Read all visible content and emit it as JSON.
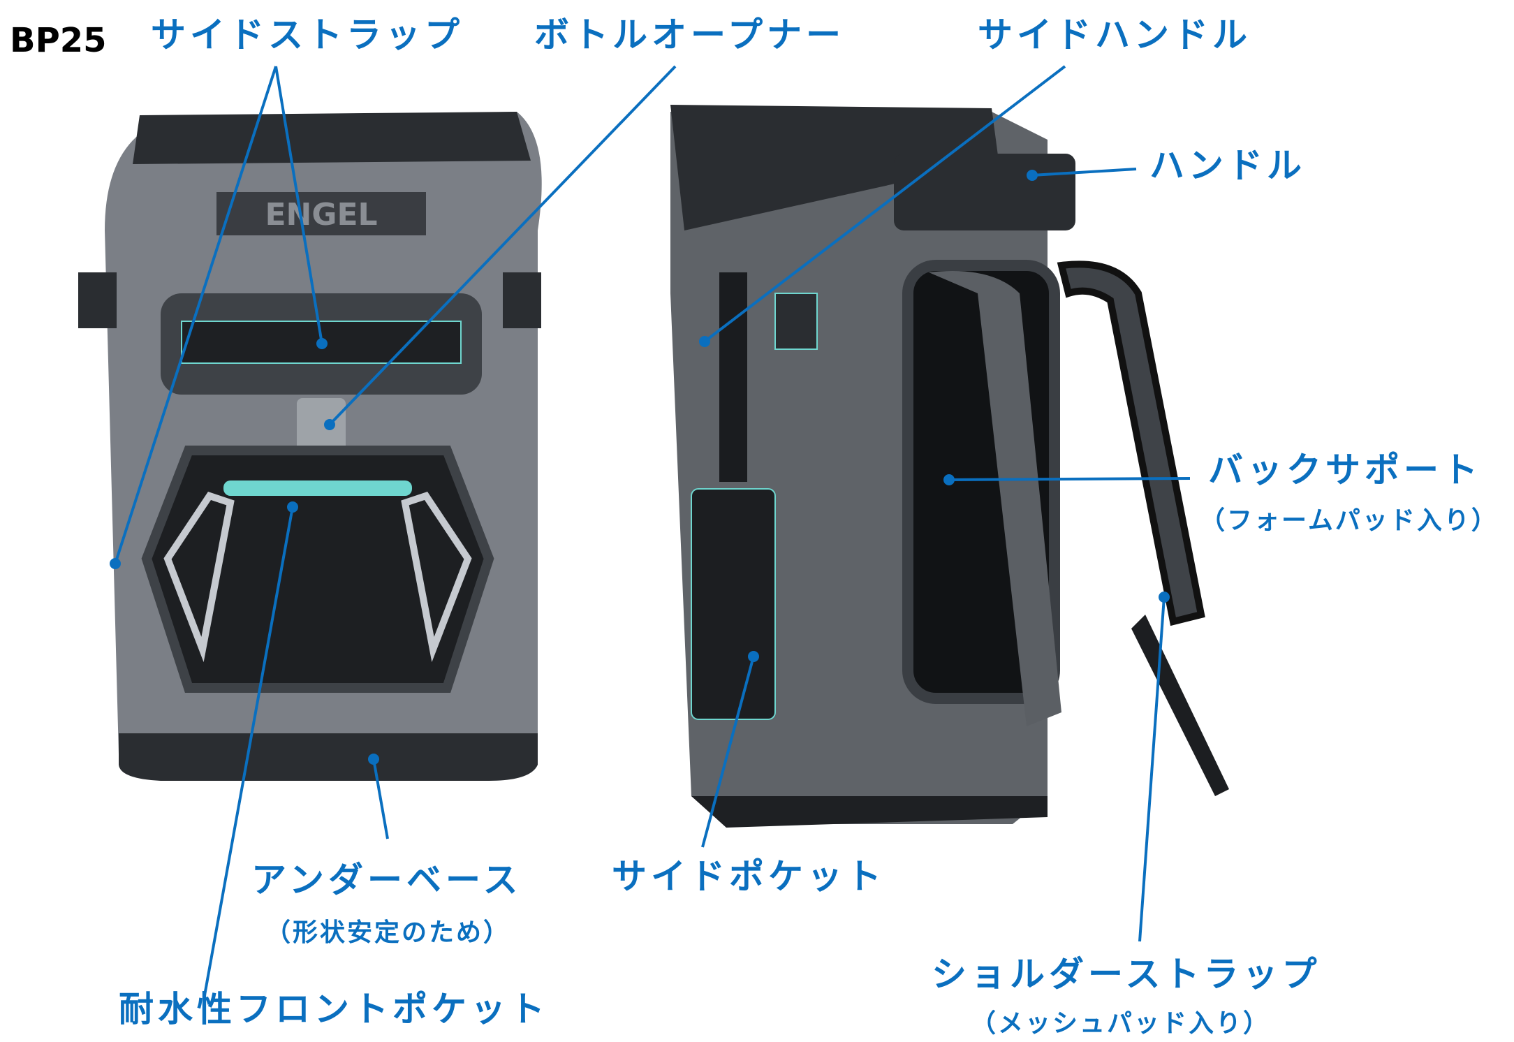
{
  "model": "BP25",
  "brand_logo": "ENGEL",
  "labels": {
    "side_strap": "サイドストラップ",
    "bottle_opener": "ボトルオープナー",
    "side_handle": "サイドハンドル",
    "handle": "ハンドル",
    "back_support": "バックサポート",
    "back_support_note": "（フォームパッド入り）",
    "under_base": "アンダーベース",
    "under_base_note": "（形状安定のため）",
    "front_pocket": "耐水性フロントポケット",
    "side_pocket": "サイドポケット",
    "shoulder_strap": "ショルダーストラップ",
    "shoulder_strap_note": "（メッシュパッド入り）"
  },
  "colors": {
    "label": "#0a6fbf",
    "bag_gray": "#7b7f86",
    "bag_dark": "#2a2d31",
    "accent_teal": "#6fd6cf"
  }
}
